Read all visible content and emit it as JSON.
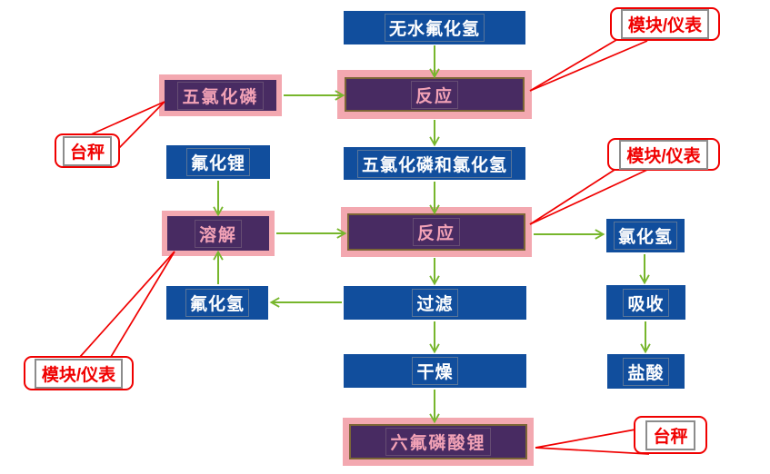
{
  "diagram": {
    "type": "process-flowchart",
    "subject": "LiPF6 production process",
    "language": "zh-CN",
    "nodes": {
      "anhydrous_hf": "无水氟化氢",
      "pcl5": "五氯化磷",
      "reaction1": "反应",
      "pcl5_and_hcl": "五氯化磷和氯化氢",
      "lif": "氟化锂",
      "dissolve": "溶解",
      "reaction2": "反应",
      "hcl": "氯化氢",
      "hf": "氟化氢",
      "filter": "过滤",
      "absorb": "吸收",
      "dry": "干燥",
      "hydrochloric_acid": "盐酸",
      "lipf6": "六氟磷酸锂"
    },
    "callouts": {
      "module_instrument": "模块/仪表",
      "platform_scale": "台秤"
    },
    "edges": [
      {
        "from": "anhydrous_hf",
        "to": "reaction1"
      },
      {
        "from": "pcl5",
        "to": "reaction1"
      },
      {
        "from": "reaction1",
        "to": "pcl5_and_hcl"
      },
      {
        "from": "pcl5_and_hcl",
        "to": "reaction2"
      },
      {
        "from": "lif",
        "to": "dissolve"
      },
      {
        "from": "dissolve",
        "to": "reaction2"
      },
      {
        "from": "hf",
        "to": "dissolve"
      },
      {
        "from": "reaction2",
        "to": "hcl"
      },
      {
        "from": "reaction2",
        "to": "filter"
      },
      {
        "from": "filter",
        "to": "hf"
      },
      {
        "from": "filter",
        "to": "dry"
      },
      {
        "from": "hcl",
        "to": "absorb"
      },
      {
        "from": "absorb",
        "to": "hydrochloric_acid"
      },
      {
        "from": "dry",
        "to": "lipf6"
      }
    ],
    "callout_links": [
      {
        "callout": "module_instrument",
        "target": "reaction1",
        "position": "top-right"
      },
      {
        "callout": "module_instrument",
        "target": "reaction2",
        "position": "middle-right"
      },
      {
        "callout": "module_instrument",
        "target": "dissolve",
        "position": "bottom-left"
      },
      {
        "callout": "platform_scale",
        "target": "pcl5",
        "position": "left"
      },
      {
        "callout": "platform_scale",
        "target": "lipf6",
        "position": "bottom-right"
      }
    ],
    "colors": {
      "process_box_blue": "#114E9D",
      "highlight_box_purple": "#482B62",
      "highlight_glow_pink": "#F3A8B0",
      "highlight_text_pink": "#F2A2B6",
      "highlight_inner_border_olive": "#7C6636",
      "arrow_green": "#77B62C",
      "callout_red": "#F00000",
      "box_text_white": "#FFFFFF"
    }
  }
}
